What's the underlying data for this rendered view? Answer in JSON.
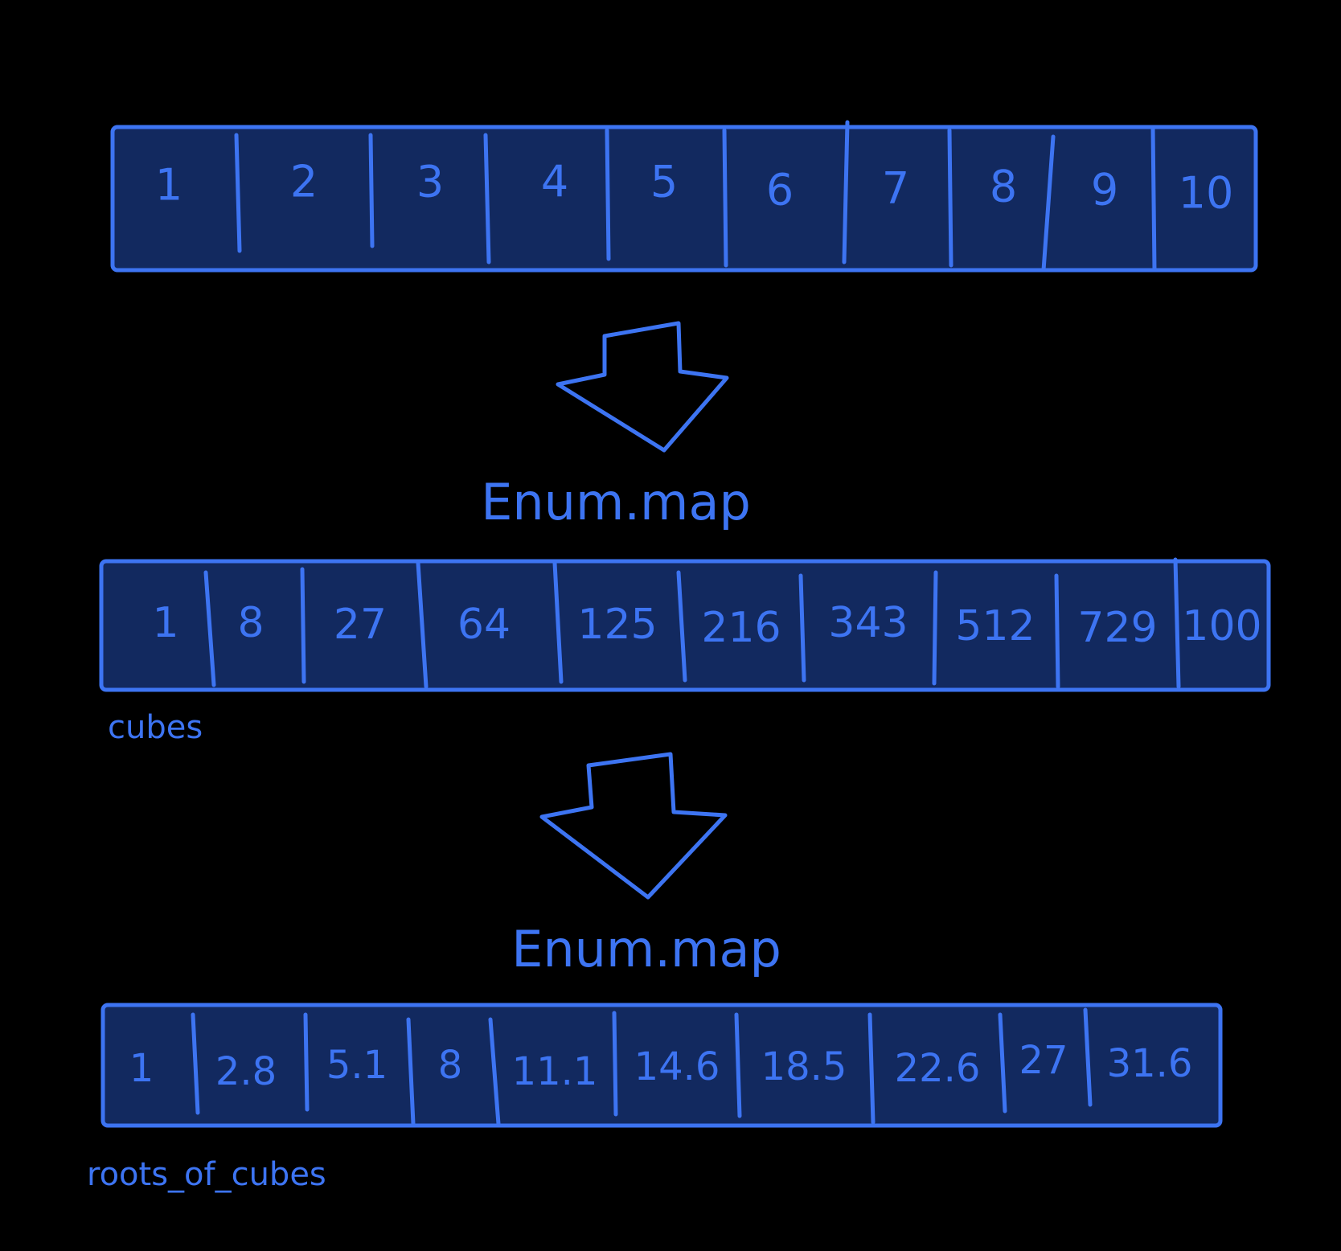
{
  "colors": {
    "background": "#000000",
    "stroke": "#3d74f2",
    "cell_fill": "#12295f"
  },
  "arrays": [
    {
      "id": "input",
      "caption": "",
      "cells": [
        "1",
        "2",
        "3",
        "4",
        "5",
        "6",
        "7",
        "8",
        "9",
        "10"
      ]
    },
    {
      "id": "cubes",
      "caption": "cubes",
      "cells": [
        "1",
        "8",
        "27",
        "64",
        "125",
        "216",
        "343",
        "512",
        "729",
        "100"
      ]
    },
    {
      "id": "roots_of_cubes",
      "caption": "roots_of_cubes",
      "cells": [
        "1",
        "2.8",
        "5.1",
        "8",
        "11.1",
        "14.6",
        "18.5",
        "22.6",
        "27",
        "31.6"
      ]
    }
  ],
  "steps": [
    {
      "label": "Enum.map"
    },
    {
      "label": "Enum.map"
    }
  ]
}
